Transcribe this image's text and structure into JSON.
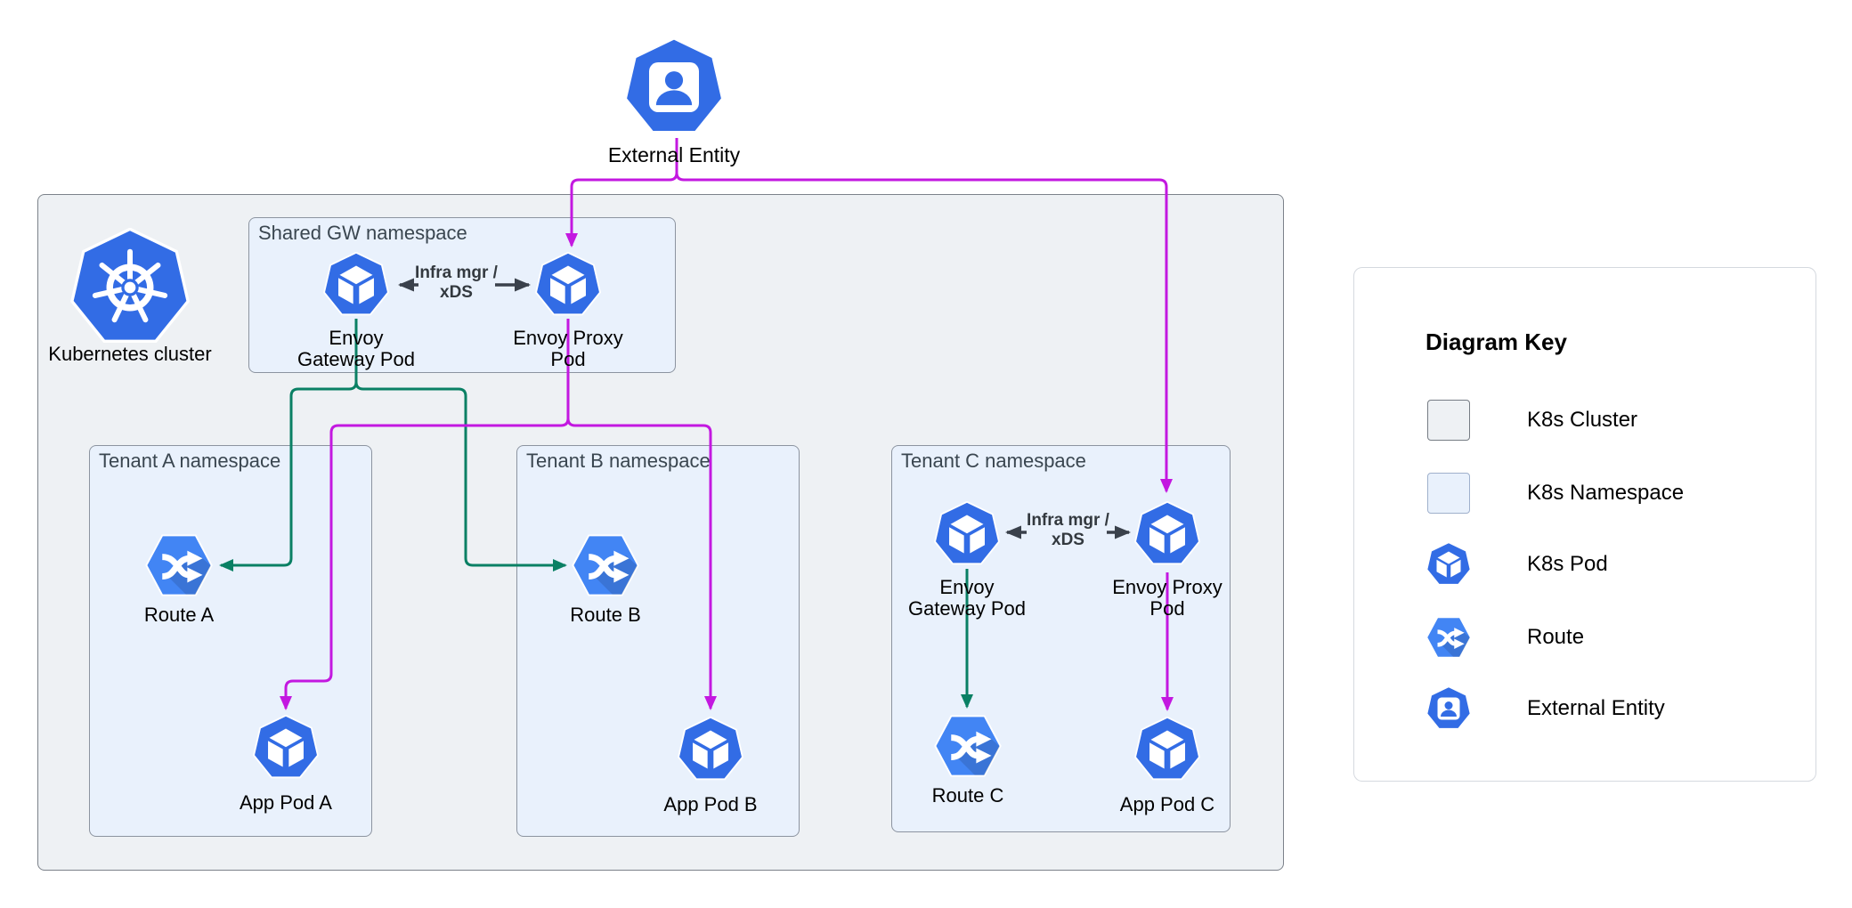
{
  "colors": {
    "icon_blue": "#326CE5",
    "route_blue": "#4285F4",
    "flow_external": "#C318E0",
    "flow_control": "#0A8064",
    "infra_arrow": "#3A414B",
    "cluster_fill": "#EEF1F4",
    "cluster_border": "#7C828A",
    "namespace_fill": "#E9F1FC",
    "namespace_border": "#8C94A0",
    "key_border": "#D5D9DF",
    "title_color": "#3A4650"
  },
  "external_entity": {
    "label": "External Entity"
  },
  "boxes": {
    "cluster": {
      "label": "Kubernetes cluster"
    },
    "shared": {
      "title": "Shared GW namespace"
    },
    "tenant_a": {
      "title": "Tenant A namespace"
    },
    "tenant_b": {
      "title": "Tenant B namespace"
    },
    "tenant_c": {
      "title": "Tenant C namespace"
    }
  },
  "nodes": {
    "shared_gateway": {
      "lines": [
        "Envoy",
        "Gateway Pod"
      ]
    },
    "shared_proxy": {
      "lines": [
        "Envoy Proxy",
        "Pod"
      ]
    },
    "route_a": {
      "label": "Route A"
    },
    "app_pod_a": {
      "label": "App Pod A"
    },
    "route_b": {
      "label": "Route B"
    },
    "app_pod_b": {
      "label": "App Pod B"
    },
    "tc_gateway": {
      "lines": [
        "Envoy",
        "Gateway Pod"
      ]
    },
    "tc_proxy": {
      "lines": [
        "Envoy Proxy",
        "Pod"
      ]
    },
    "route_c": {
      "label": "Route C"
    },
    "app_pod_c": {
      "label": "App Pod C"
    }
  },
  "edge_labels": {
    "shared_infra": {
      "lines": [
        "Infra mgr /",
        "xDS"
      ]
    },
    "tenant_c_infra": {
      "lines": [
        "Infra mgr /",
        "xDS"
      ]
    }
  },
  "key": {
    "title": "Diagram Key",
    "items": [
      {
        "icon": "k8s-cluster-swatch",
        "label": "K8s Cluster"
      },
      {
        "icon": "k8s-namespace-swatch",
        "label": "K8s Namespace"
      },
      {
        "icon": "k8s-pod-icon",
        "label": "K8s Pod"
      },
      {
        "icon": "route-icon",
        "label": "Route"
      },
      {
        "icon": "external-entity-icon",
        "label": "External Entity"
      }
    ]
  }
}
